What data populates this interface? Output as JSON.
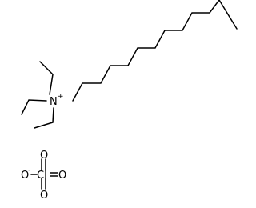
{
  "molecule": {
    "cation": {
      "nitrogen": {
        "symbol": "N",
        "charge": "+"
      }
    },
    "anion": {
      "chlorine": {
        "symbol": "Cl"
      },
      "oxygen_top": {
        "symbol": "O"
      },
      "oxygen_right": {
        "symbol": "O"
      },
      "oxygen_bottom": {
        "symbol": "O"
      },
      "oxygen_left": {
        "symbol": "O",
        "charge": "-"
      }
    }
  },
  "colors": {
    "bond": "#000000",
    "atom_label": "#000000",
    "background": "#ffffff"
  }
}
